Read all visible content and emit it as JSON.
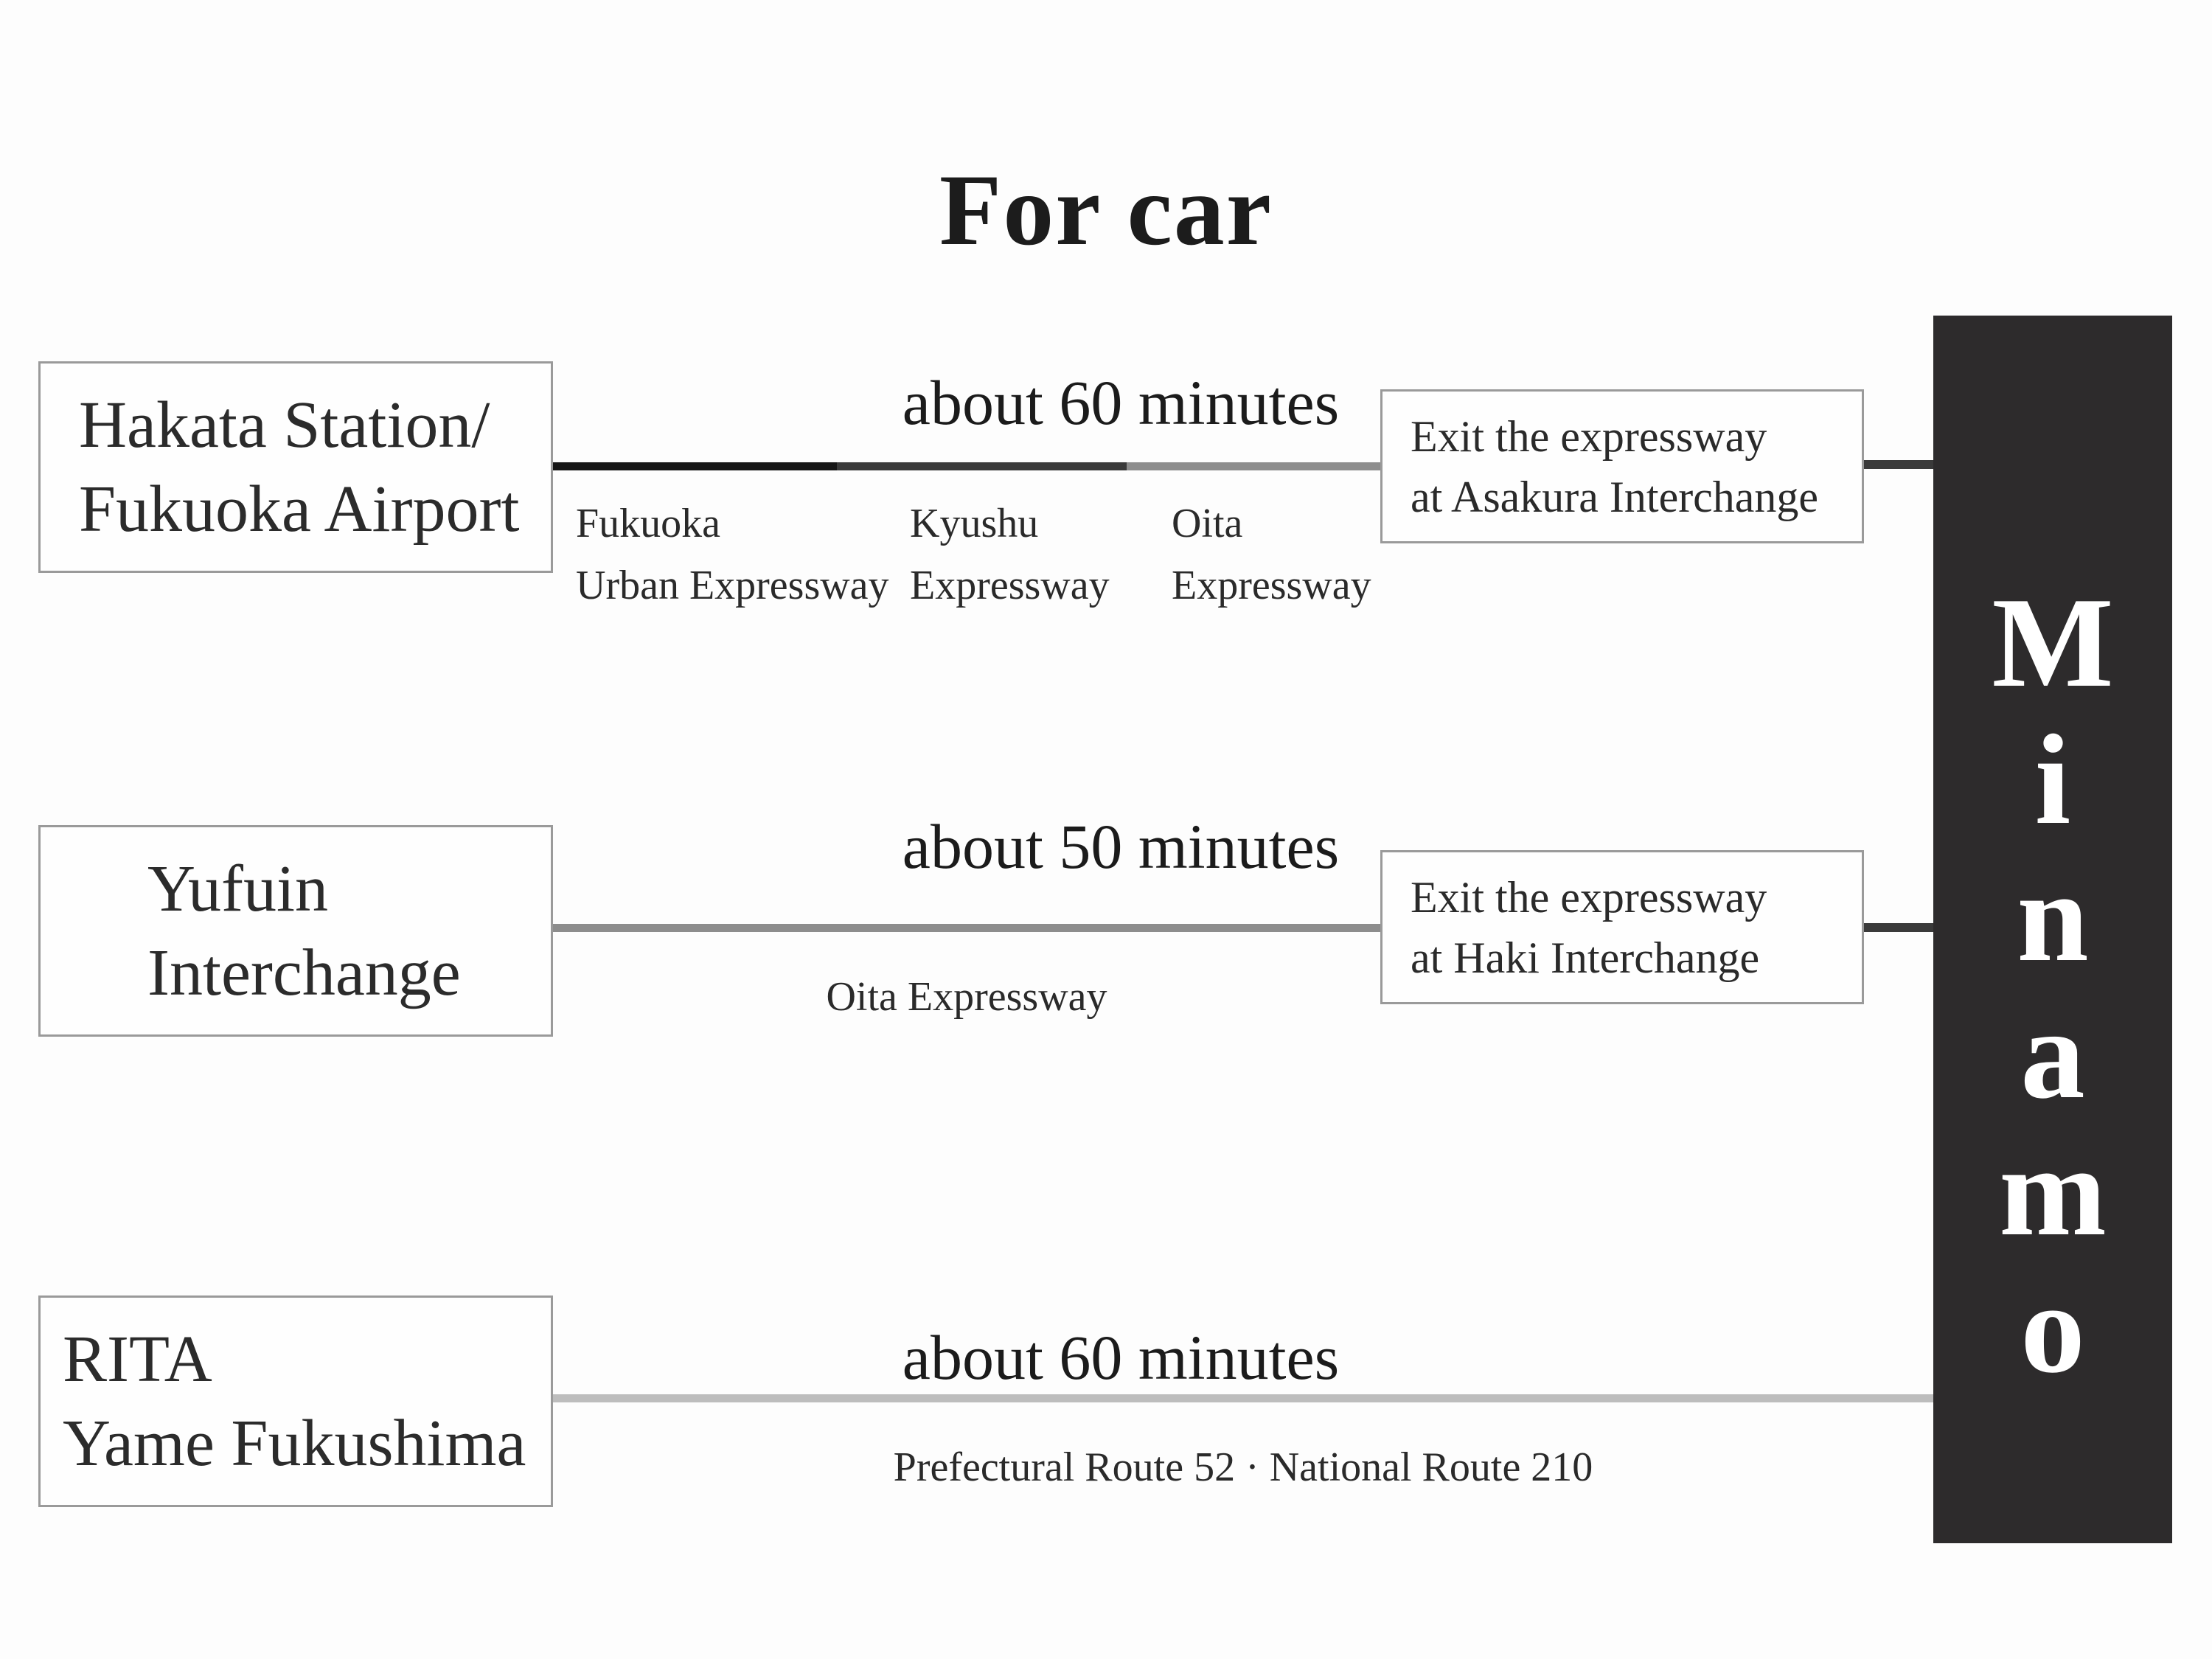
{
  "title": "For car",
  "destination": {
    "label": "Minamo",
    "letters": [
      "M",
      "i",
      "n",
      "a",
      "m",
      "o"
    ],
    "bar_color": "#2d2b2c",
    "text_color": "#ffffff"
  },
  "colors": {
    "ink": "#242424",
    "box_border": "#9a9a9a",
    "segment_black": "#161616",
    "segment_dark_gray": "#3a3a3a",
    "segment_mid_gray": "#8d8d8d",
    "segment_light_gray": "#bdbdbd",
    "connector_gray": "#3a3a3a"
  },
  "rows": [
    {
      "origin_line1": "Hakata Station/",
      "origin_line2": "Fukuoka Airport",
      "duration": "about 60 minutes",
      "segments": [
        {
          "label_line1": "Fukuoka",
          "label_line2": "Urban Expressway",
          "color": "#161616"
        },
        {
          "label_line1": "Kyushu",
          "label_line2": "Expressway",
          "color": "#3a3a3a"
        },
        {
          "label_line1": "Oita",
          "label_line2": "Expressway",
          "color": "#8d8d8d"
        }
      ],
      "exit_line1": "Exit the expressway",
      "exit_line2": "at Asakura Interchange"
    },
    {
      "origin_line1": "Yufuin",
      "origin_line2": "Interchange",
      "duration": "about 50 minutes",
      "route_label": "Oita Expressway",
      "line_color": "#8d8d8d",
      "exit_line1": "Exit the expressway",
      "exit_line2": "at Haki Interchange"
    },
    {
      "origin_line1": "RITA",
      "origin_line2": "Yame Fukushima",
      "duration": "about 60 minutes",
      "route_label": "Prefectural Route 52 · National Route 210",
      "line_color": "#bdbdbd"
    }
  ]
}
